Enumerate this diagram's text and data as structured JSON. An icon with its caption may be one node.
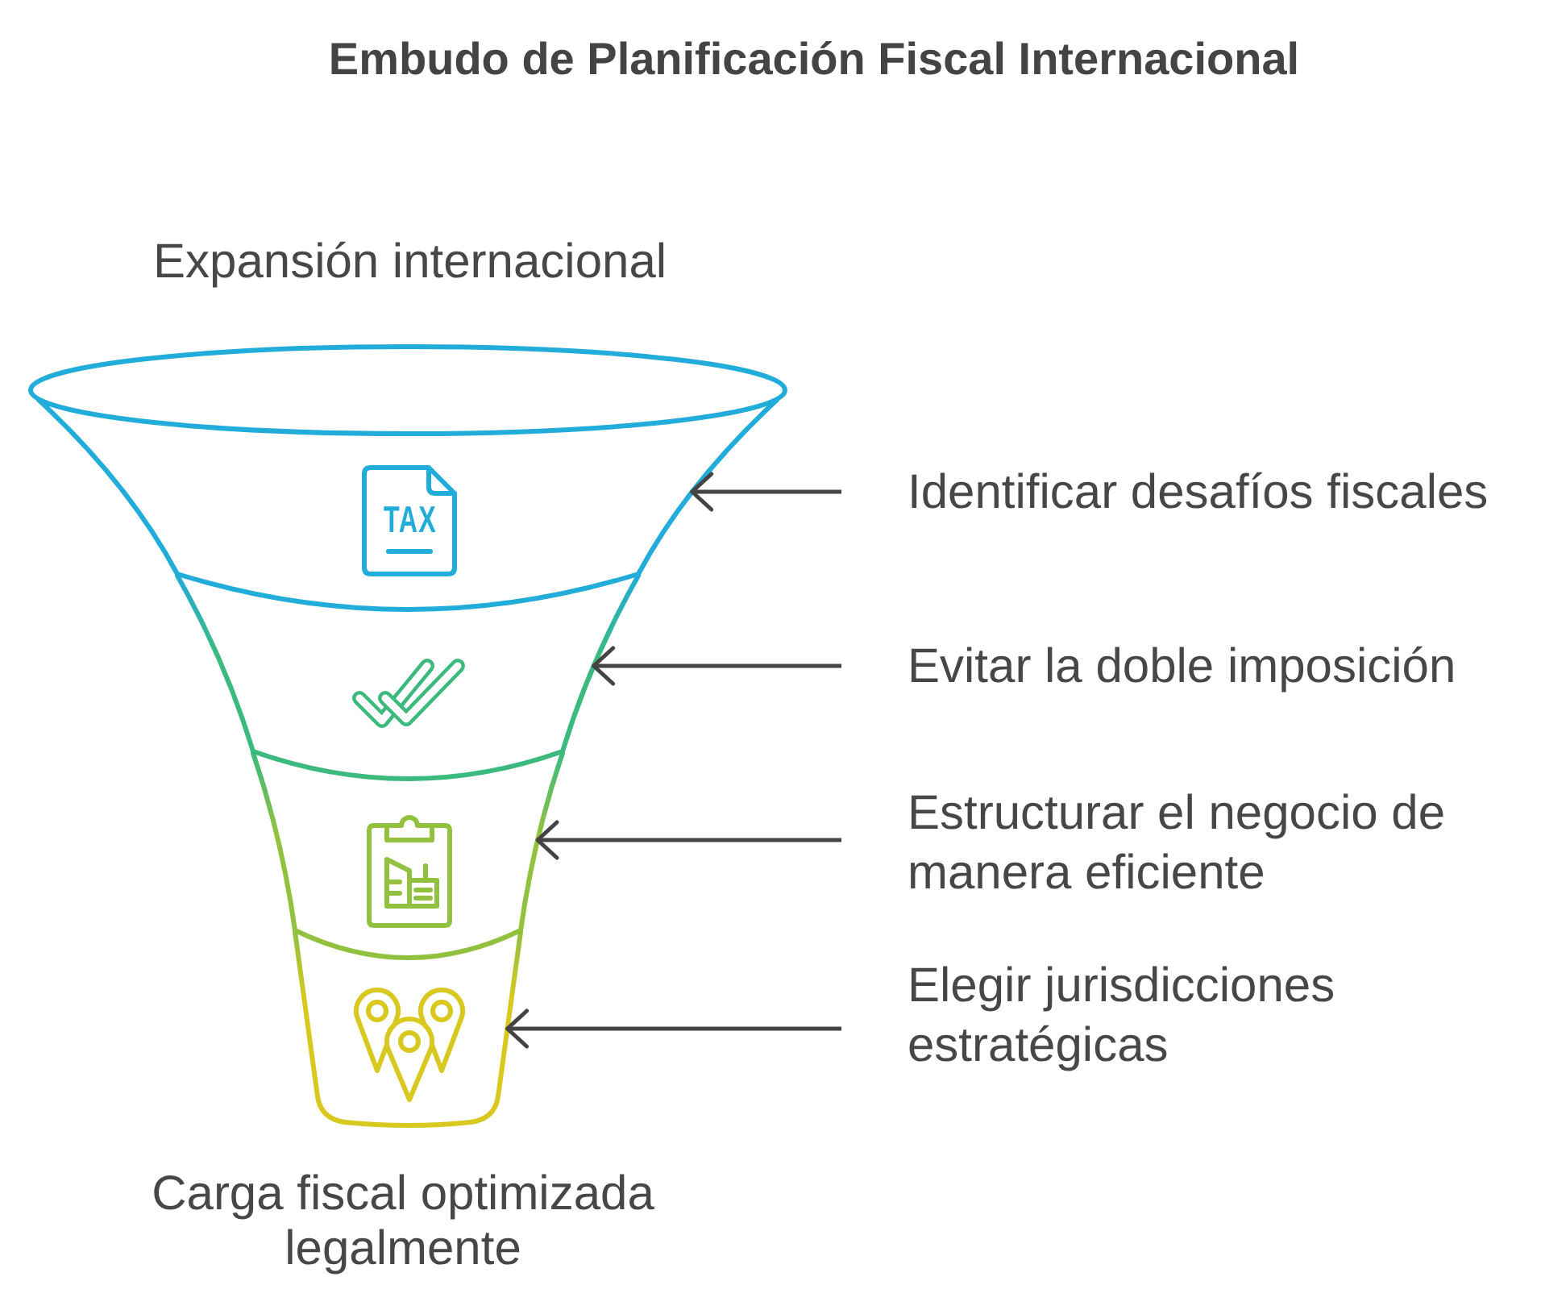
{
  "diagram": {
    "title": "Embudo de Planificación Fiscal Internacional",
    "nodes": [
      {
        "text": [],
        "shape": "trapezoid"
      },
      {
        "text": [
          "Identificar desafíos fiscales"
        ]
      },
      {
        "text": [],
        "shape": "trapezoid"
      },
      {
        "text": [
          "Evitar la doble imposición"
        ]
      },
      {
        "text": [],
        "shape": "trapezoid"
      },
      {
        "text": [
          "Estructurar el negocio de manera eficiente"
        ]
      },
      {
        "text": [],
        "shape": "trapezoid"
      },
      {
        "text": [
          "Elegir jurisdicciones estratégicas"
        ]
      }
    ],
    "edges": [
      {
        "from": 1,
        "to": 0,
        "arrow": "to"
      },
      {
        "from": 3,
        "to": 2,
        "arrow": "to"
      },
      {
        "from": 5,
        "to": 4,
        "arrow": "to"
      },
      {
        "from": 7,
        "to": 6,
        "arrow": "to"
      }
    ],
    "labels": [
      "Expansión internacional",
      "TAX",
      "Carga fiscal optimizada legalmente"
    ]
  }
}
